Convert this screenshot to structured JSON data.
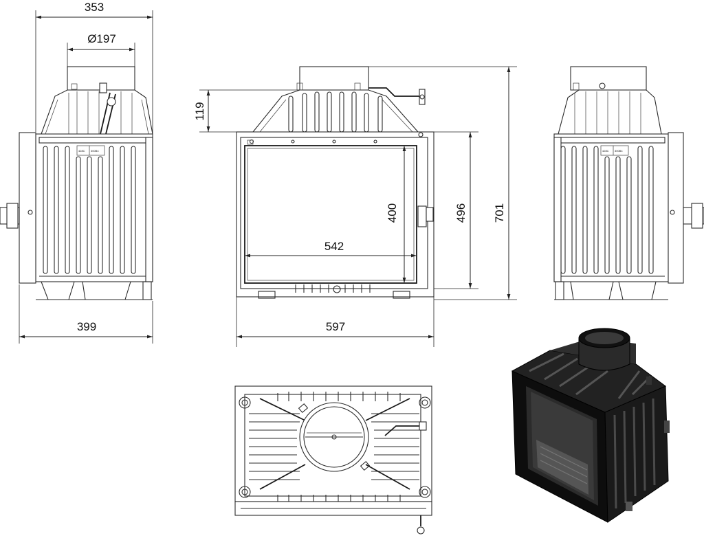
{
  "drawing": {
    "dimensions": {
      "side_depth_top": "353",
      "flue_diameter": "Ø197",
      "top_height": "119",
      "window_height": "400",
      "body_height": "496",
      "total_height": "701",
      "window_width": "542",
      "side_depth_bottom": "399",
      "front_width": "597"
    },
    "side_labels": {
      "left_a": "428C",
      "left_b": "300B4",
      "right_a": "428C",
      "right_b": "300B4"
    }
  }
}
